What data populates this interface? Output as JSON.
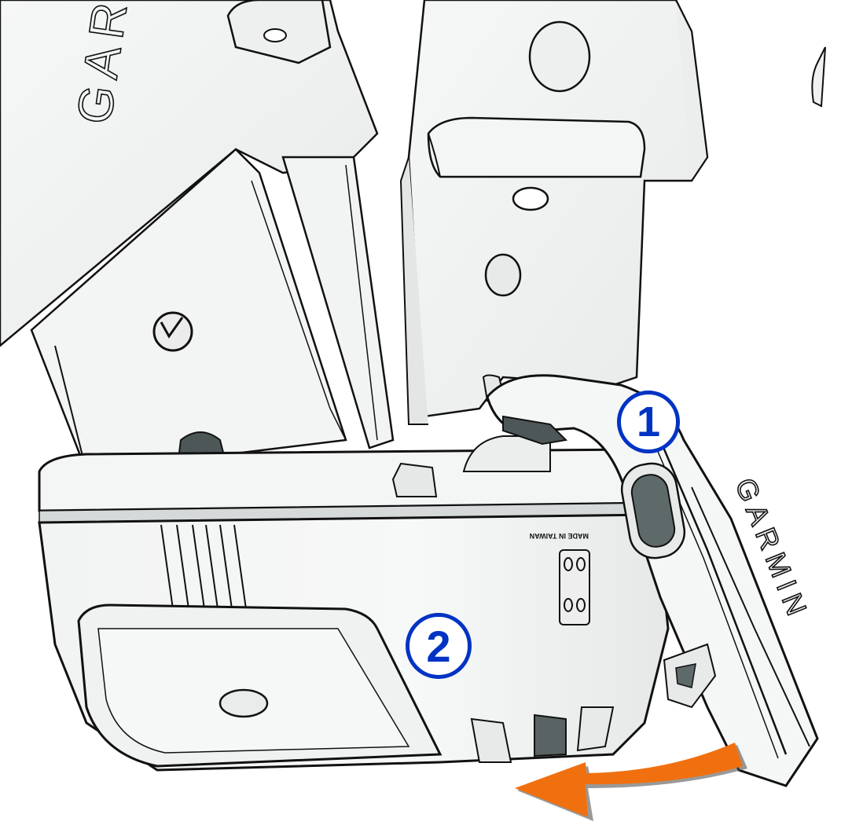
{
  "diagram": {
    "subject": "collar device with charging clip",
    "brand_markings": [
      {
        "id": "strap-brand",
        "text": "GAR"
      },
      {
        "id": "clip-brand",
        "text": "GARMIN"
      }
    ],
    "device_label_text": "MADE IN TAIWAN",
    "callouts": [
      {
        "number": "1",
        "target": "charging clip"
      },
      {
        "number": "2",
        "target": "device body"
      }
    ],
    "arrow": {
      "direction": "left, curved",
      "color": "#f07010"
    },
    "colors": {
      "callout": "#0033c4",
      "arrow": "#f07010",
      "line": "#111111",
      "surface": "#f4f5f5",
      "shadow": "#c9cccd",
      "port": "#5e6a6a"
    }
  }
}
